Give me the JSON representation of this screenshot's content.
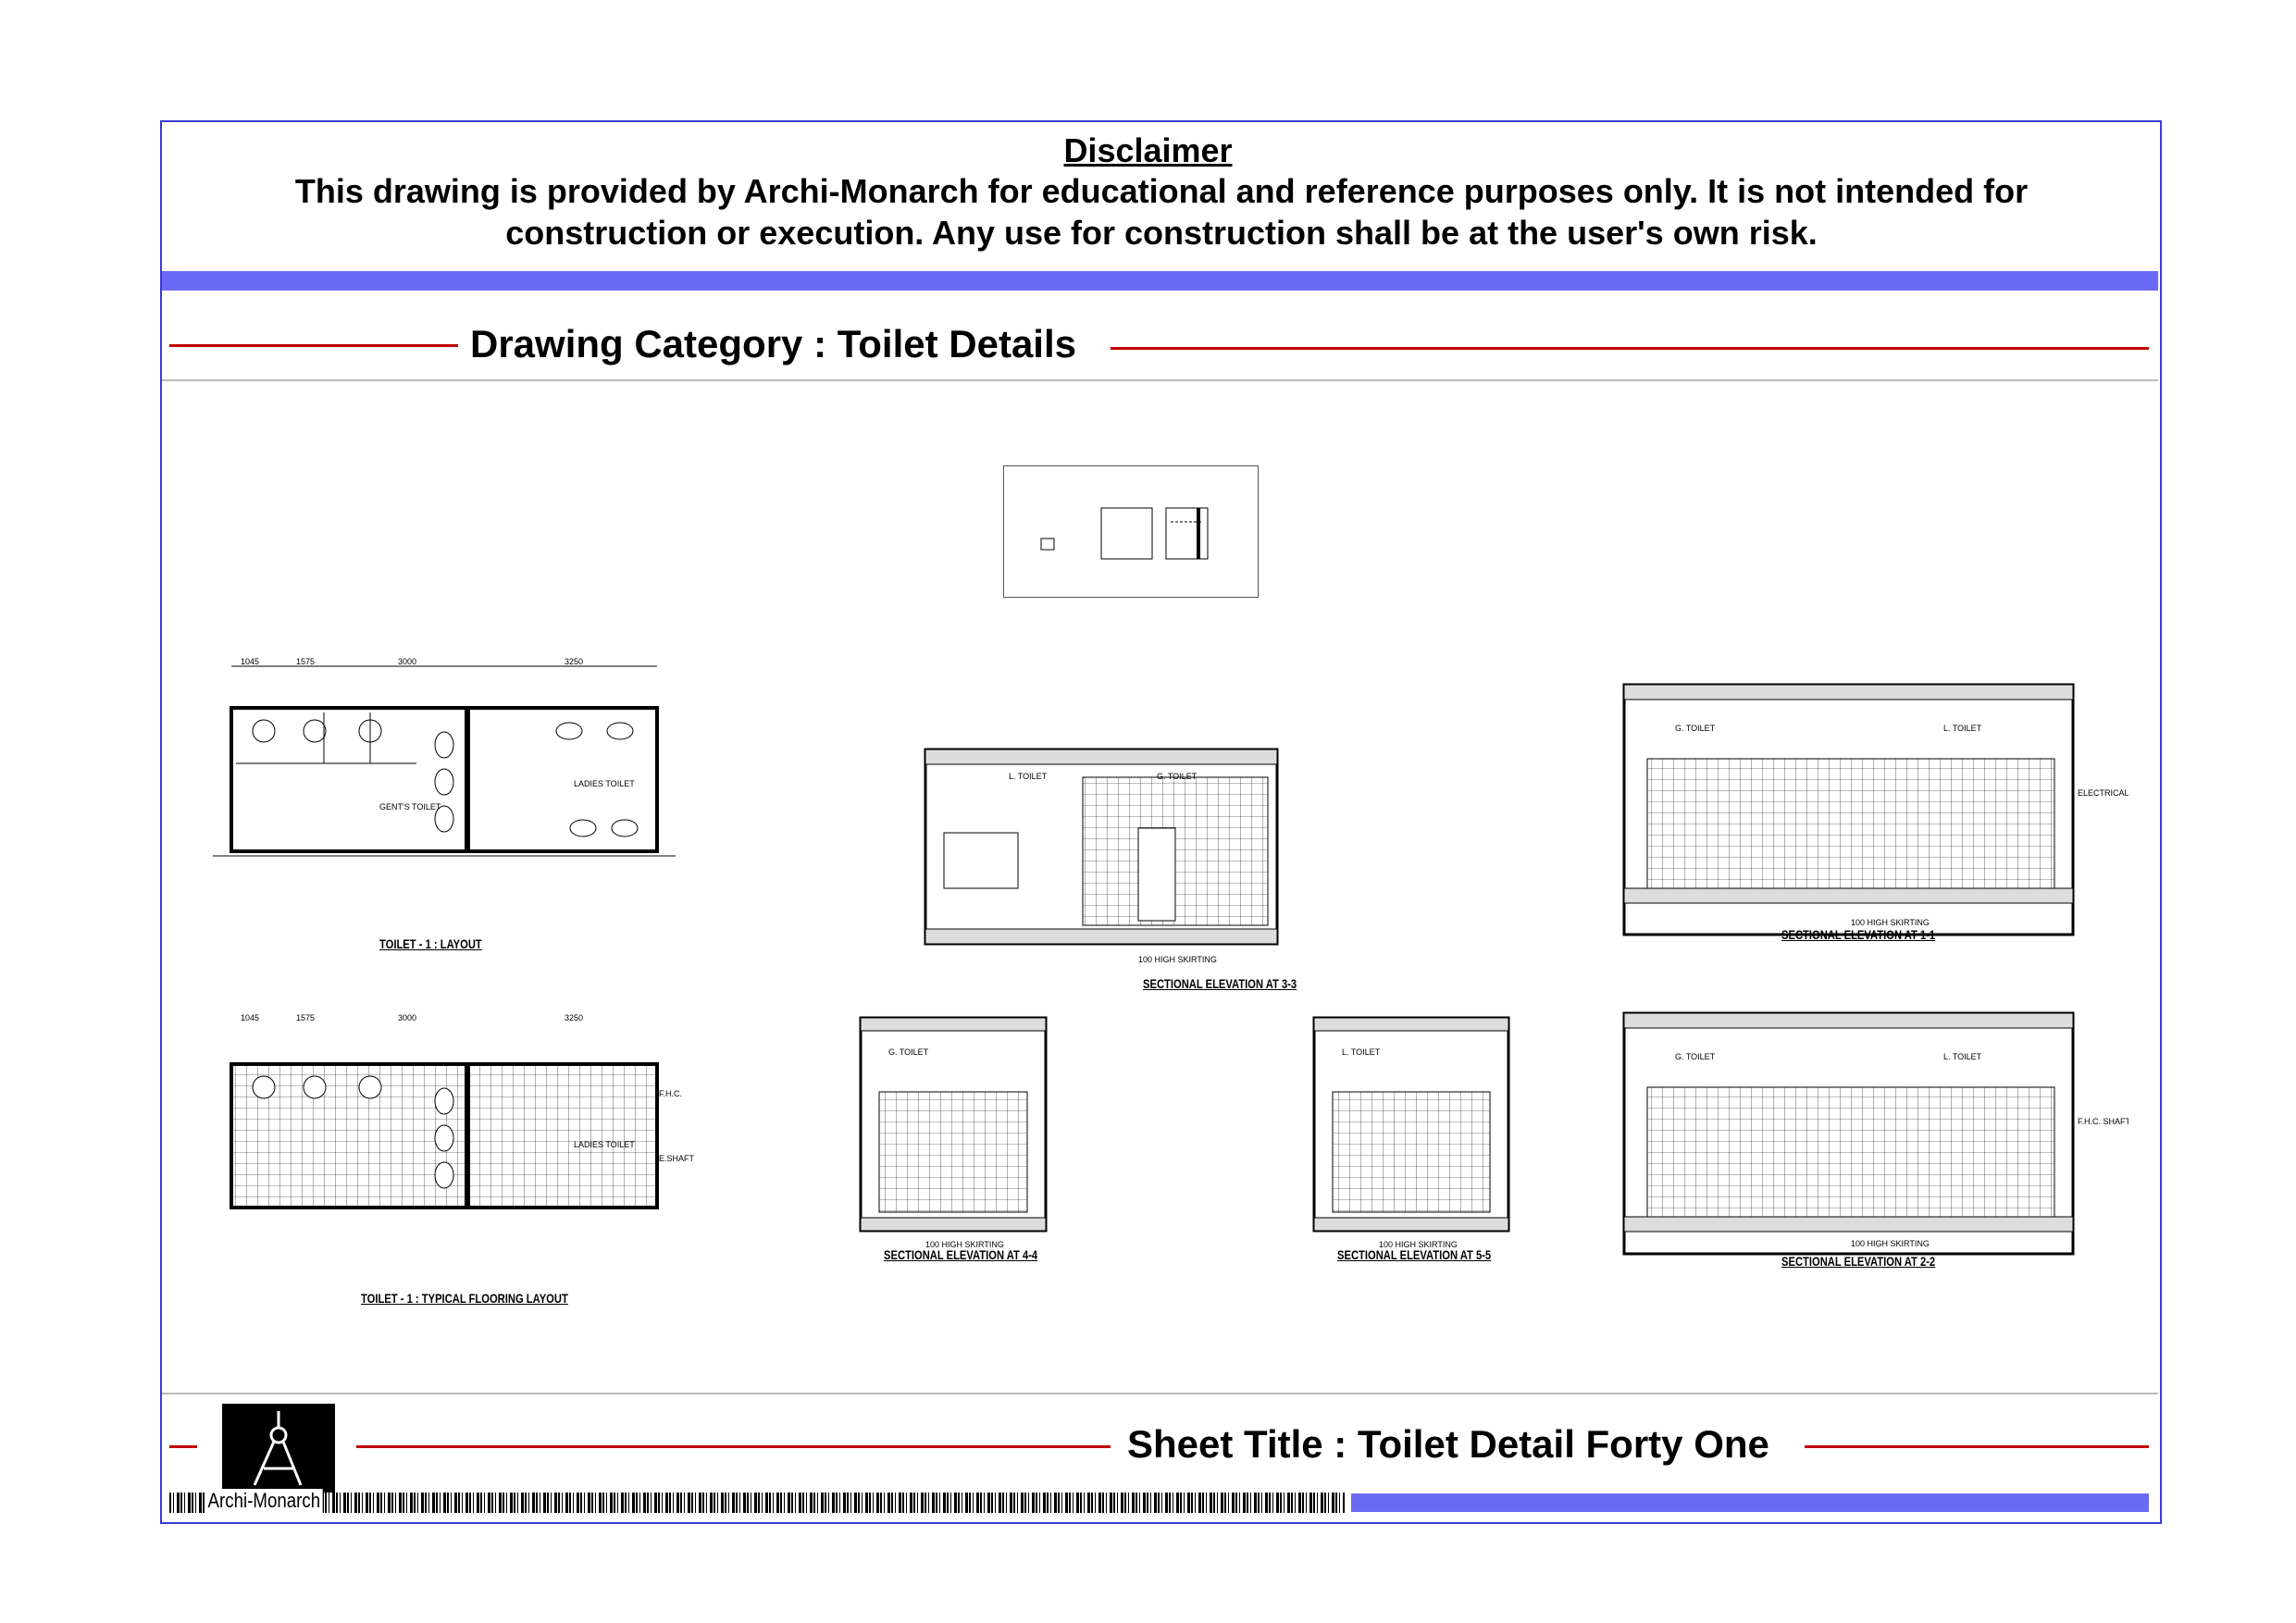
{
  "disclaimer": {
    "title": "Disclaimer",
    "text": "This drawing is provided by Archi-Monarch for educational and reference purposes only. It is not intended for construction or execution. Any use for construction shall be at the user's own risk."
  },
  "category": {
    "label": "Drawing Category : Toilet Details"
  },
  "drawings": {
    "layout": {
      "title": "TOILET - 1 :  LAYOUT",
      "rooms": [
        "GENT'S TOILET",
        "LADIES TOILET"
      ],
      "dims": [
        "1045",
        "1575",
        "3000",
        "3250"
      ]
    },
    "flooring": {
      "title": "TOILET - 1 : TYPICAL FLOORING LAYOUT",
      "rooms": [
        "LADIES TOILET",
        "E.SHAFT",
        "F.H.C."
      ],
      "dims": [
        "1045",
        "1575",
        "3000",
        "3250"
      ]
    },
    "elev33": {
      "title": "SECTIONAL ELEVATION AT 3-3",
      "labels": [
        "L. TOILET",
        "G. TOILET",
        "100 HIGH SKIRTING"
      ]
    },
    "elev44": {
      "title": "SECTIONAL ELEVATION AT 4-4",
      "labels": [
        "G. TOILET",
        "100 HIGH SKIRTING"
      ]
    },
    "elev55": {
      "title": "SECTIONAL ELEVATION AT 5-5",
      "labels": [
        "L. TOILET",
        "100 HIGH SKIRTING"
      ]
    },
    "elev11": {
      "title": "SECTIONAL ELEVATION AT 1-1",
      "labels": [
        "G. TOILET",
        "L. TOILET",
        "100 HIGH SKIRTING",
        "ELECTRICAL SHAFT"
      ]
    },
    "elev22": {
      "title": "SECTIONAL ELEVATION AT 2-2",
      "labels": [
        "G. TOILET",
        "L. TOILET",
        "100 HIGH SKIRTING",
        "F.H.C. SHAFT"
      ]
    }
  },
  "footer": {
    "sheet_title": "Sheet Title : Toilet Detail Forty One",
    "brand": "Archi-Monarch"
  },
  "colors": {
    "frame": "#3b3bd6",
    "bar": "#6a6af5",
    "rule": "#c00000"
  }
}
